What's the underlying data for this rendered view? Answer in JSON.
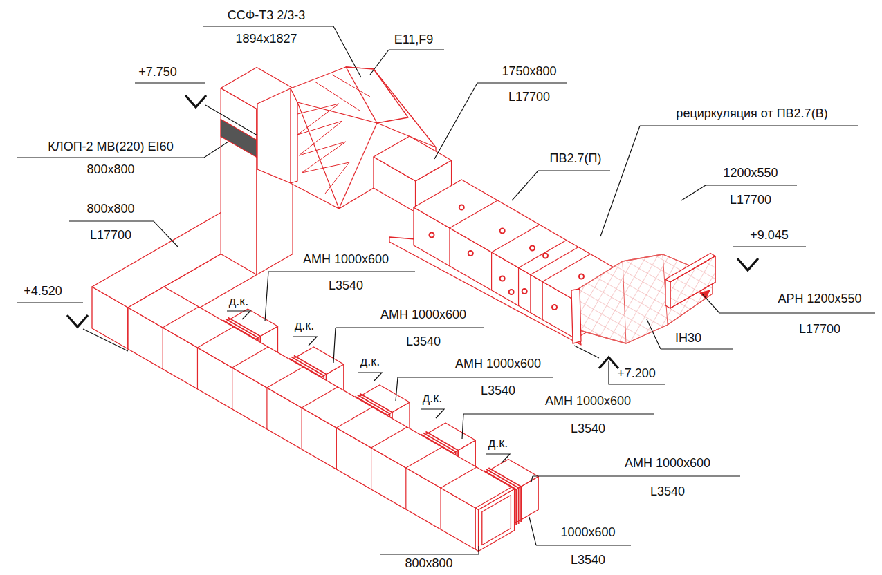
{
  "diagram": {
    "labels": [
      "ССФ-Т3 2/3-3",
      "1894x1827",
      "E11,F9",
      "+7.750",
      "1750x800",
      "L17700",
      "рециркуляция от ПВ2.7(В)",
      "КЛОП-2 МВ(220) EI60",
      "800x800",
      "ПВ2.7(П)",
      "1200x550",
      "L17700",
      "800x800",
      "L17700",
      "+9.045",
      "АМН 1000x600",
      "L3540",
      "+4.520",
      "АРН 1200x550",
      "д.к.",
      "АМН 1000x600",
      "L3540",
      "д.к.",
      "L17700",
      "IН30",
      "АМН 1000x600",
      "д.к.",
      "+7.200",
      "L3540",
      "АМН 1000x600",
      "д.к.",
      "L3540",
      "д.к.",
      "АМН 1000x600",
      "L3540",
      "1000x600",
      "L3540",
      "800x800"
    ]
  }
}
